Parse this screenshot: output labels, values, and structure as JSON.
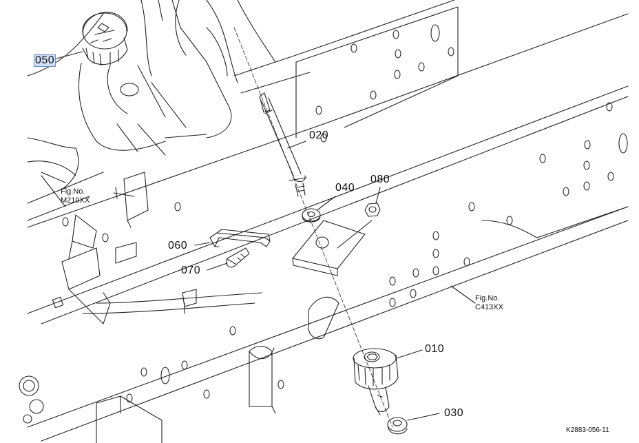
{
  "callouts": {
    "p010": "010",
    "p020": "020",
    "p030": "030",
    "p040": "040",
    "p050": "050",
    "p060": "060",
    "p070": "070",
    "p080": "080"
  },
  "figure_refs": {
    "left": {
      "line1": "Fig.No.",
      "line2": "M210XX"
    },
    "right": {
      "line1": "Fig.No.",
      "line2": "C413XX"
    }
  },
  "drawing_code": "K2883-056-11",
  "colors": {
    "line": "#222222",
    "selection": "#cfe0f7",
    "selection_border": "#6a8fc7"
  }
}
